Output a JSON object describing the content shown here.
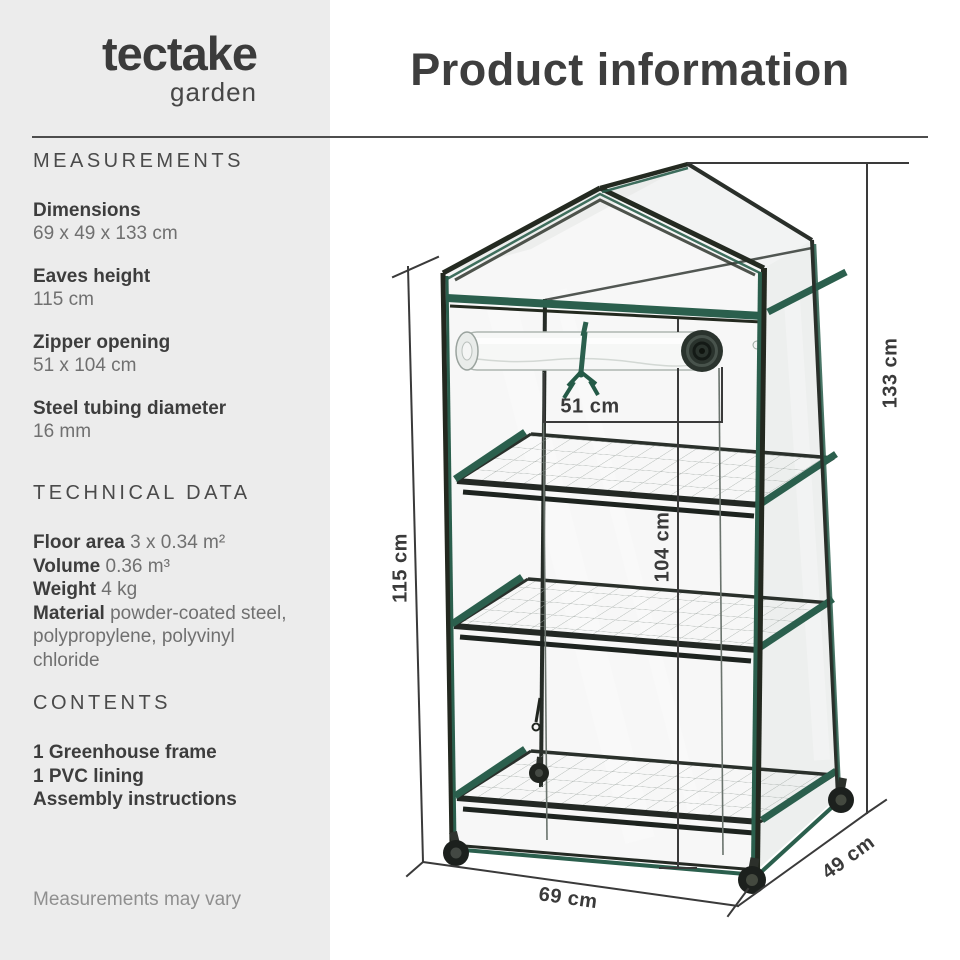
{
  "colors": {
    "accent_green": "#2b5f4d",
    "frame_dark": "#23281f",
    "text_dark": "#3d3d3d",
    "text_muted": "#707070",
    "sidebar_bg": "#ececec",
    "dim_line": "#3a3a3a"
  },
  "logo": {
    "brand": "tectake",
    "sub": "garden"
  },
  "header": {
    "title": "Product information"
  },
  "sidebar": {
    "measurements": {
      "heading": "MEASUREMENTS",
      "items": [
        {
          "label": "Dimensions",
          "value": "69 x 49 x 133 cm"
        },
        {
          "label": "Eaves height",
          "value": "115 cm"
        },
        {
          "label": "Zipper opening",
          "value": "51 x 104 cm"
        },
        {
          "label": "Steel tubing diameter",
          "value": "16 mm"
        }
      ]
    },
    "technical": {
      "heading": "TECHNICAL DATA",
      "rows": [
        {
          "label": "Floor area",
          "value": "3 x 0.34 m²"
        },
        {
          "label": "Volume",
          "value": "0.36 m³"
        },
        {
          "label": "Weight",
          "value": "4 kg"
        },
        {
          "label": "Material",
          "value": "powder-coated steel, polypropylene, polyvinyl chloride"
        }
      ]
    },
    "contents": {
      "heading": "CONTENTS",
      "items": [
        "1 Greenhouse frame",
        "1 PVC lining",
        "Assembly instructions"
      ]
    },
    "note": "Measurements may vary"
  },
  "diagram": {
    "dim_zipper_width": "51 cm",
    "dim_zipper_height": "104 cm",
    "dim_eaves_height": "115 cm",
    "dim_total_height": "133 cm",
    "dim_width": "69 cm",
    "dim_depth": "49 cm"
  }
}
